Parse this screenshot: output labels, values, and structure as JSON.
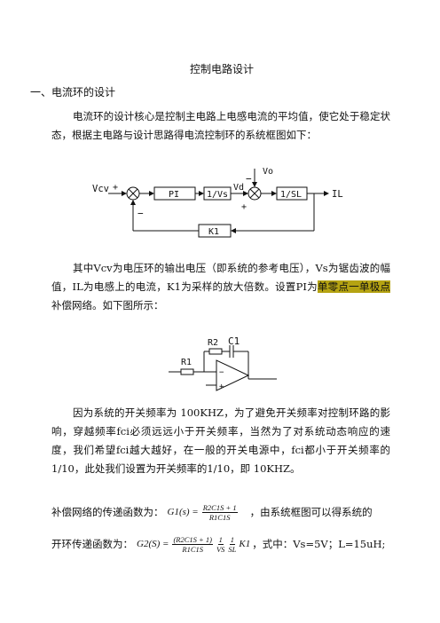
{
  "title": "控制电路设计",
  "section": "一、电流环的设计",
  "para1": "电流环的设计核心是控制主电路上电感电流的平均值，使它处于稳定状态，根据主电路与设计思路得电流控制环的系统框图如下：",
  "block_diagram": {
    "vo": "Vo",
    "vcv": "Vcv",
    "pi": "PI",
    "gain_vs": "1/Vs",
    "vd": "Vd",
    "plant": "1/SL",
    "il": "IL",
    "k1": "K1",
    "plus": "+",
    "minus": "−"
  },
  "para2_parts": {
    "before": "其中Vcv为电压环的输出电压（即系统的参考电压），Vs为锯齿波的幅值，IL为电感上的电流，K1为采样的放大倍数。设置PI为",
    "highlight": "单零点一单极点",
    "after": "补偿网络。如下图所示："
  },
  "opamp": {
    "r2": "R2",
    "c1": "C1",
    "r1": "R1",
    "minus": "−",
    "plus": "+"
  },
  "para3": "因为系统的开关频率为 100KHZ，为了避免开关频率对控制环路的影响，穿越频率fci必须远远小于开关频率，当然为了对系统动态响应的速度，我们希望fci越大越好，在一般的开关电源中，fci都小于开关频率的1/10，此处我们设置为开关频率的1/10，即 10KHZ。",
  "eq1": {
    "prefix": "补偿网络的传递函数为：",
    "lhs": "G1(s) =",
    "num": "R2C1S + 1",
    "den": "R1C1S",
    "suffix": "，由系统框图可以得系统的"
  },
  "eq2": {
    "prefix": "开环传递函数为：",
    "lhs": "G2(S) =",
    "num1": "(R2C1S + 1)",
    "den1": "R1C1S",
    "num2": "1",
    "den2": "VS",
    "num3": "1",
    "den3": "SL",
    "k": "K1",
    "suffix": "，式中：Vs=5V；L=15uH;"
  }
}
